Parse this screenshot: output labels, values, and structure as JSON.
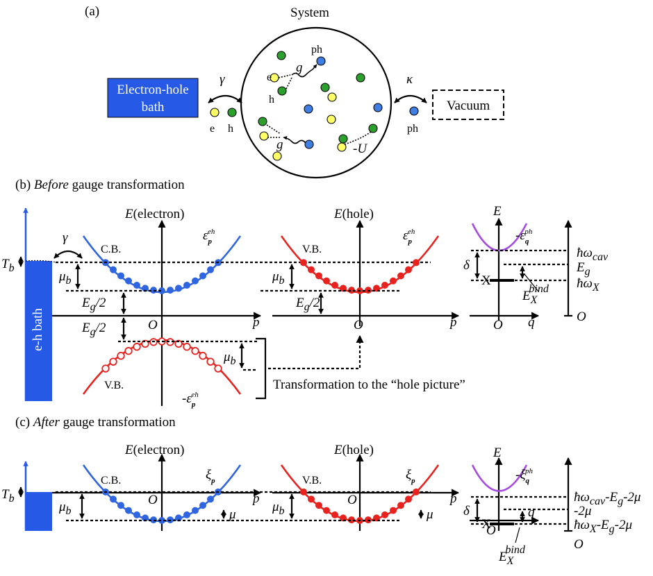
{
  "colors": {
    "bath": "#2659e6",
    "electron": "#2f65e0",
    "hole": "#e8231f",
    "photon_band": "#a64ce0",
    "particle_e": "#ffff66",
    "particle_h": "#2ca02c",
    "particle_ph": "#3f7fe3"
  },
  "a": {
    "panel": "(a)",
    "system": "System",
    "bath1": "Electron-hole",
    "bath2": "bath",
    "gamma": "γ",
    "kappa": "κ",
    "vacuum": "Vacuum",
    "e": "e",
    "h": "h",
    "ph": "ph",
    "g": "g",
    "minus_u": "-U"
  },
  "b": {
    "panel": "(b)",
    "title_em": "Before",
    "title_rest": " gauge transformation",
    "e_axis_electron": "E(electron)",
    "e_axis_hole": "E(hole)",
    "e_axis": "E",
    "p": "p",
    "q": "q",
    "o": "O",
    "cb": "C.B.",
    "vb": "V.B.",
    "tb": "T",
    "tb_sub": "b",
    "mu_b": "μ",
    "mu_b_sub": "b",
    "eg2": "E",
    "eg2_sub": "g",
    "eg2_tail": "/2",
    "eps": "ε",
    "eps_sub": "p",
    "eps_sup": "eh",
    "minus_eps": "-ε",
    "eps_q_sub": "q",
    "eps_q_sup": "ph",
    "delta": "δ",
    "x": "X",
    "hw": "ħω",
    "cav": "cav",
    "eg": "E",
    "eg_sub": "g",
    "wx_sub": "X",
    "ebind": "E",
    "ebind_sub": "X",
    "ebind_sup": "bind",
    "bath_label": "e-h bath",
    "transformation": "Transformation to the “hole picture”",
    "gamma": "γ"
  },
  "c": {
    "panel": "(c)",
    "title_em": "After",
    "title_rest": " gauge transformation",
    "e_axis_electron": "E(electron)",
    "e_axis_hole": "E(hole)",
    "e_axis": "E",
    "p": "p",
    "q": "q",
    "o": "O",
    "cb": "C.B.",
    "vb": "V.B.",
    "tb": "T",
    "tb_sub": "b",
    "mu_b": "μ",
    "mu_b_sub": "b",
    "mu": "μ",
    "xi": "ξ",
    "xi_sub": "p",
    "xi_q_sub": "q",
    "xi_q_sup": "ph",
    "delta": "δ",
    "x": "X",
    "lvl1_a": "ħω",
    "lvl1_sub": "cav",
    "lvl1_b": "-E",
    "lvl1_sub2": "g",
    "lvl1_c": "-2μ",
    "lvl2": "-2μ",
    "lvl3_a": "ħω",
    "lvl3_sub": "X",
    "lvl3_b": "-E",
    "lvl3_sub2": "g",
    "lvl3_c": "-2μ",
    "ebind": "E",
    "ebind_sub": "X",
    "ebind_sup": "bind"
  }
}
